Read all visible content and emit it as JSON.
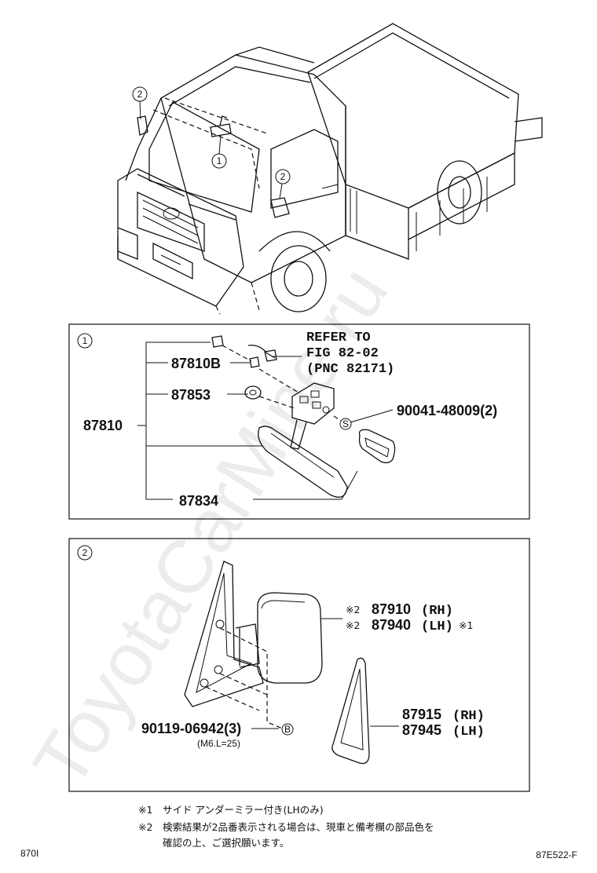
{
  "watermark": "ToyotaCarMine.ru",
  "callouts": {
    "c1": "1",
    "c2": "2",
    "circ_s": "S",
    "circ_b": "B"
  },
  "section1": {
    "refer_line1": "REFER TO",
    "refer_line2": "FIG 82-02",
    "refer_line3": "(PNC 82171)",
    "p_87810B": "87810B",
    "p_87853": "87853",
    "p_87810": "87810",
    "p_87834": "87834",
    "p_90041": "90041-48009(2)"
  },
  "section2": {
    "r1_mark": "※2",
    "r1_num": "87910",
    "r1_side": "(RH)",
    "r2_mark": "※2",
    "r2_num": "87940",
    "r2_side": "(LH)",
    "r2_note": "※1",
    "g1_num": "87915",
    "g1_side": "(RH)",
    "g2_num": "87945",
    "g2_side": "(LH)",
    "bolt": "90119-06942(3)",
    "bolt_spec": "(M6.L=25)"
  },
  "notes": {
    "n1_mark": "※1",
    "n1_text": "サイド アンダーミラー付き(LHのみ)",
    "n2_mark": "※2",
    "n2_text_line1": "検索結果が2品番表示される場合は、現車と備考欄の部品色を",
    "n2_text_line2": "確認の上、ご選択願います。"
  },
  "footer": {
    "left": "870I",
    "right": "87E522-F"
  }
}
